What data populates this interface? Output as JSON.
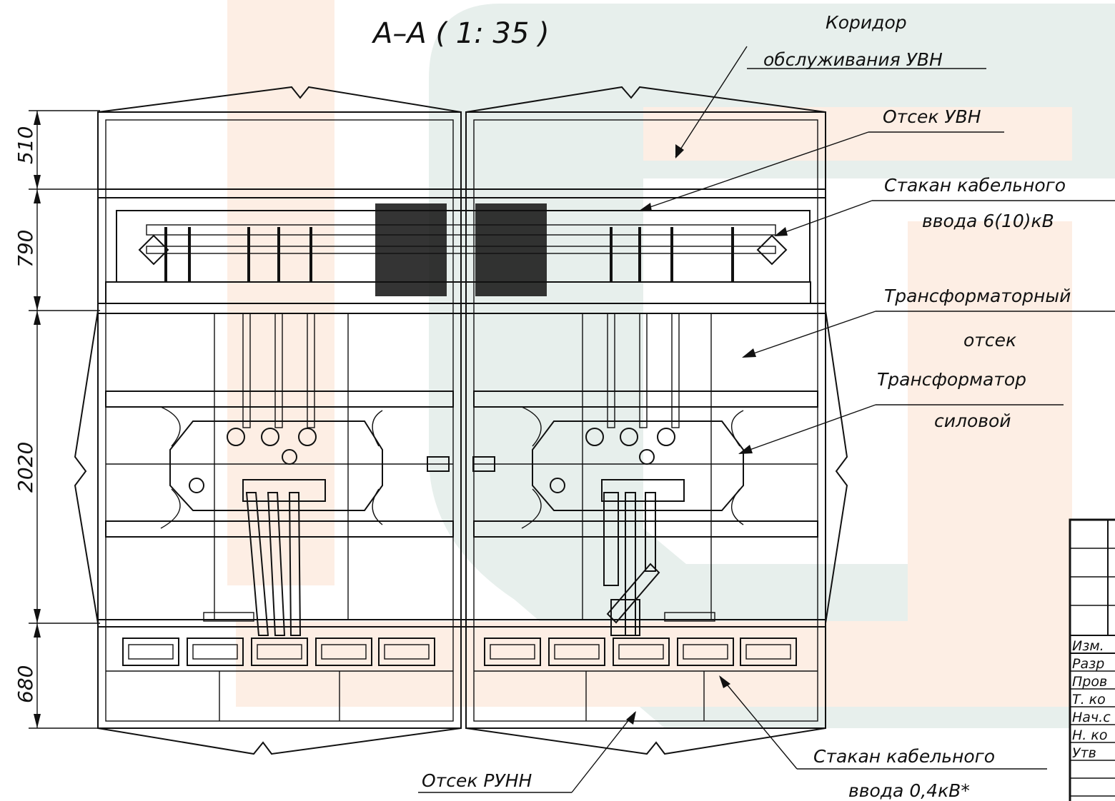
{
  "view_title": "А–А ( 1: 35 )",
  "dimensions": [
    "510",
    "790",
    "2020",
    "680"
  ],
  "callouts": {
    "corridor_line1": "Коридор",
    "corridor_line2": "обслуживания УВН",
    "uvn": "Отсек УВН",
    "cable6_line1": "Стакан кабельного",
    "cable6_line2": "ввода 6(10)кВ",
    "trafo_comp_line1": "Трансформаторный",
    "trafo_comp_line2": "отсек",
    "trafo_line1": "Трансформатор",
    "trafo_line2": "силовой",
    "cable04_line1": "Стакан кабельного",
    "cable04_line2": "ввода 0,4кВ*",
    "runn": "Отсек РУНН"
  },
  "title_block": [
    "Изм.",
    "Разр",
    "Пров",
    "Т. ко",
    "Нач.с",
    "Н. ко",
    "Утв"
  ],
  "colors": {
    "watermark_green": "#e7efec",
    "watermark_orange": "#fdeee4",
    "line": "#111111"
  }
}
